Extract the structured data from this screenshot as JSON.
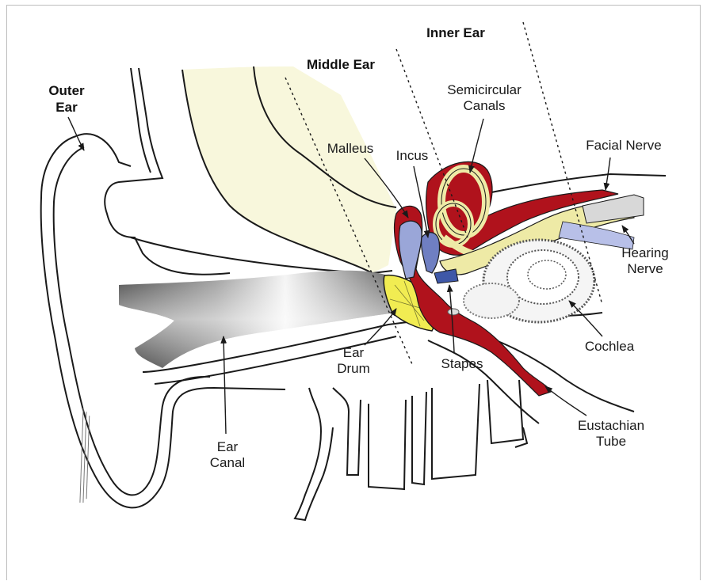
{
  "diagram": {
    "regions": {
      "outer_ear": [
        "Outer",
        "Ear"
      ],
      "middle_ear": "Middle Ear",
      "inner_ear": "Inner Ear"
    },
    "labels": {
      "semicircular_canals": [
        "Semicircular",
        "Canals"
      ],
      "malleus": "Malleus",
      "incus": "Incus",
      "facial_nerve": "Facial Nerve",
      "hearing_nerve": [
        "Hearing",
        "Nerve"
      ],
      "cochlea": "Cochlea",
      "ear_drum": [
        "Ear",
        "Drum"
      ],
      "stapes": "Stapes",
      "eustachian_tube": [
        "Eustachian",
        "Tube"
      ],
      "ear_canal": [
        "Ear",
        "Canal"
      ]
    },
    "colors": {
      "bone_tissue": "#b0121c",
      "ossicles": "#9aa6d8",
      "ear_drum": "#f1ec52",
      "nerve_fill": "#eeeaa6",
      "background_tissue": "#f8f7dc",
      "outline": "#1a1a1a"
    }
  }
}
